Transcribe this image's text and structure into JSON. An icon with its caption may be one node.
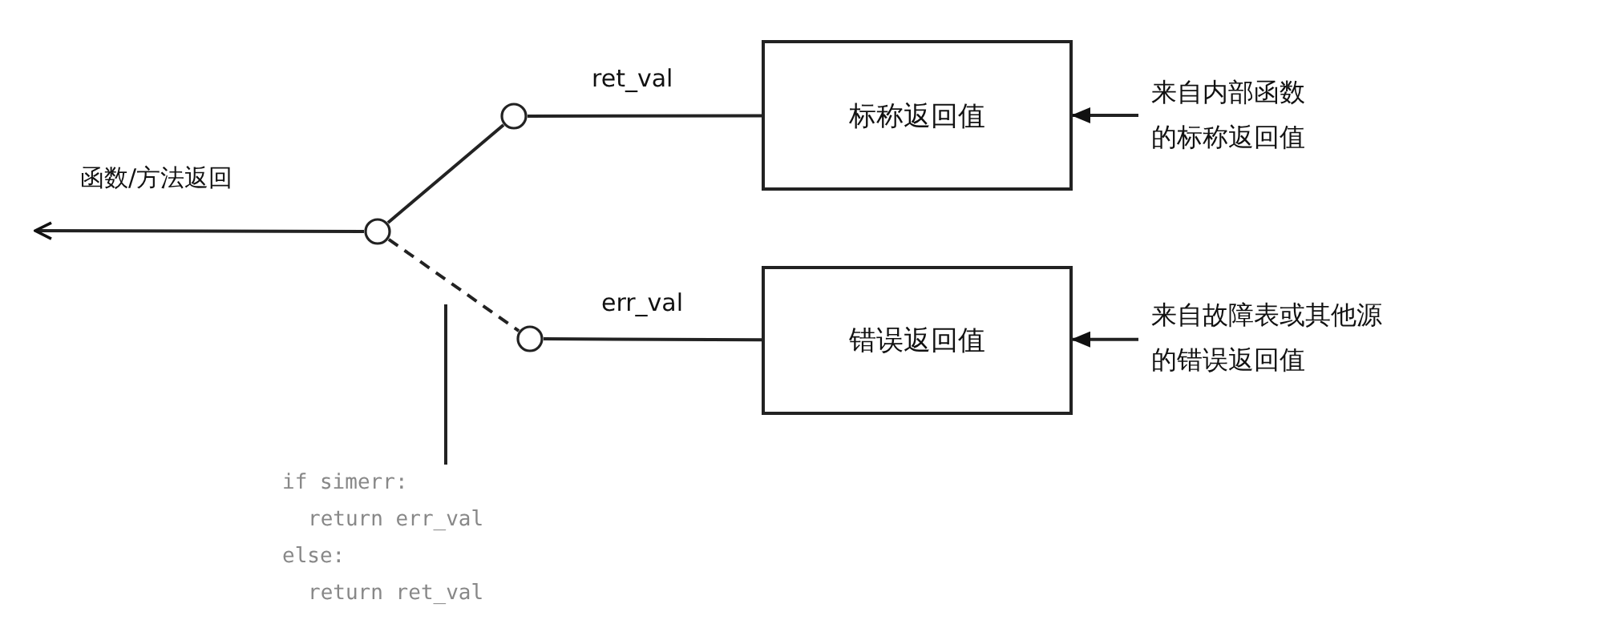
{
  "diagram": {
    "nodes": [
      {
        "text": [],
        "shape": "circle"
      },
      {
        "text": [],
        "shape": "circle"
      },
      {
        "text": [],
        "shape": "circle"
      },
      {
        "text": [
          "标称返回值"
        ]
      },
      {
        "text": [
          "错误返回值"
        ]
      },
      {
        "text": [
          "来自内部函数的标称返回值"
        ]
      },
      {
        "text": [
          "来自故障表或其他源的错误返回值"
        ]
      },
      {
        "text": [
          "if simerr:",
          "return err_val",
          "else:",
          "return ret_val"
        ]
      }
    ],
    "edges": [
      {
        "from": 0,
        "to": null,
        "arrow": "to",
        "label": "函数/方法返回"
      },
      {
        "from": 0,
        "to": 1,
        "arrow": "none"
      },
      {
        "from": 0,
        "to": 2,
        "arrow": "none",
        "style": "dashed"
      },
      {
        "from": 1,
        "to": 3,
        "arrow": "none",
        "label": "ret_val"
      },
      {
        "from": 2,
        "to": 4,
        "arrow": "none",
        "label": "err_val"
      },
      {
        "from": 5,
        "to": 3,
        "arrow": "to"
      },
      {
        "from": 6,
        "to": 4,
        "arrow": "to"
      },
      {
        "from": 7,
        "to": null,
        "arrow": "none"
      }
    ]
  }
}
